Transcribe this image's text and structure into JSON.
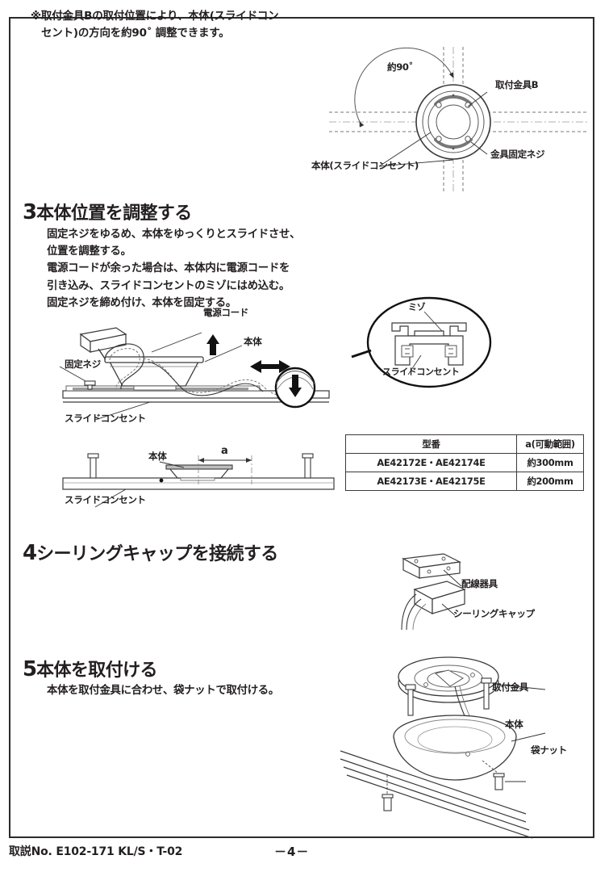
{
  "page": {
    "note": {
      "line1": "※取付金具Bの取付位置により、本体(スライドコン",
      "line2": "セント)の方向を約90˚ 調整できます。"
    },
    "footer": {
      "manual_no": "取説No. E102-171 KL/S・T-02",
      "page_number": "－4－"
    }
  },
  "diagram_top": {
    "angle_label": "約90˚",
    "label_bracket_b": "取付金具B",
    "label_fixing_screw": "金具固定ネジ",
    "label_body": "本体(スライドコンセント)"
  },
  "step3": {
    "number": "3",
    "title": "本体位置を調整する",
    "body": "固定ネジをゆるめ、本体をゆっくりとスライドさせ、\n位置を調整する。\n電源コードが余った場合は、本体内に電源コードを\n引き込み、スライドコンセントのミゾにはめ込む。\n固定ネジを締め付け、本体を固定する。",
    "diagram": {
      "label_power_cord": "電源コード",
      "label_body": "本体",
      "label_fixing_screw": "固定ネジ",
      "label_slide_outlet": "スライドコンセント",
      "detail_groove": "ミゾ",
      "detail_slide_outlet": "スライドコンセント"
    },
    "section_diagram": {
      "label_body": "本体",
      "label_slide_outlet": "スライドコンセント",
      "dimension_a": "a"
    },
    "table": {
      "headers": [
        "型番",
        "a(可動範囲)"
      ],
      "rows": [
        [
          "AE42172E・AE42174E",
          "約300mm"
        ],
        [
          "AE42173E・AE42175E",
          "約200mm"
        ]
      ]
    }
  },
  "step4": {
    "number": "4",
    "title": "シーリングキャップを接続する",
    "diagram": {
      "label_wiring_device": "配線器具",
      "label_ceiling_cap": "シーリングキャップ"
    }
  },
  "step5": {
    "number": "5",
    "title": "本体を取付ける",
    "body": "本体を取付金具に合わせ、袋ナットで取付ける。",
    "diagram": {
      "label_mounting_bracket": "取付金具",
      "label_body": "本体",
      "label_cap_nut": "袋ナット"
    }
  }
}
